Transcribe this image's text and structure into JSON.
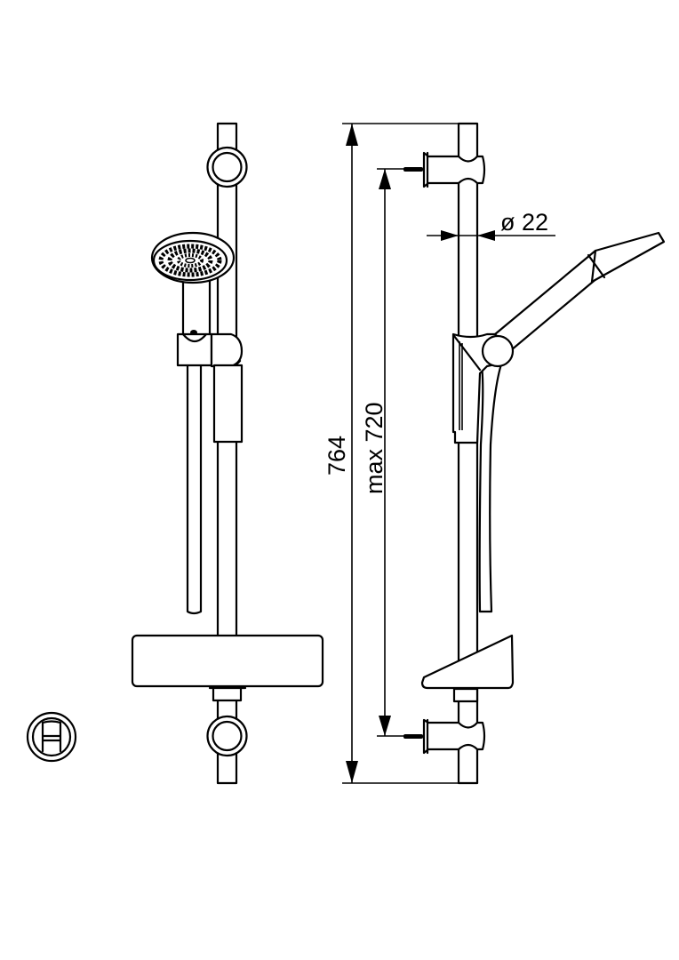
{
  "drawing": {
    "type": "technical drawing - shower rail set",
    "views": [
      {
        "name": "front-view",
        "components": [
          "rail",
          "top-wall-bracket",
          "hand-shower-head",
          "slider-holder",
          "hose",
          "soap-dish",
          "bottom-wall-bracket"
        ]
      },
      {
        "name": "side-view",
        "components": [
          "rail",
          "top-wall-bracket",
          "hand-shower",
          "slider-holder",
          "hose",
          "soap-dish",
          "bottom-wall-bracket"
        ]
      }
    ],
    "dimensions": {
      "total_height": "764",
      "bracket_spacing": "max 720",
      "rail_diameter": "ø 22"
    },
    "symbols": {
      "certification": "circle-H-symbol"
    },
    "colors": {
      "line": "#000000",
      "background": "#ffffff"
    }
  }
}
